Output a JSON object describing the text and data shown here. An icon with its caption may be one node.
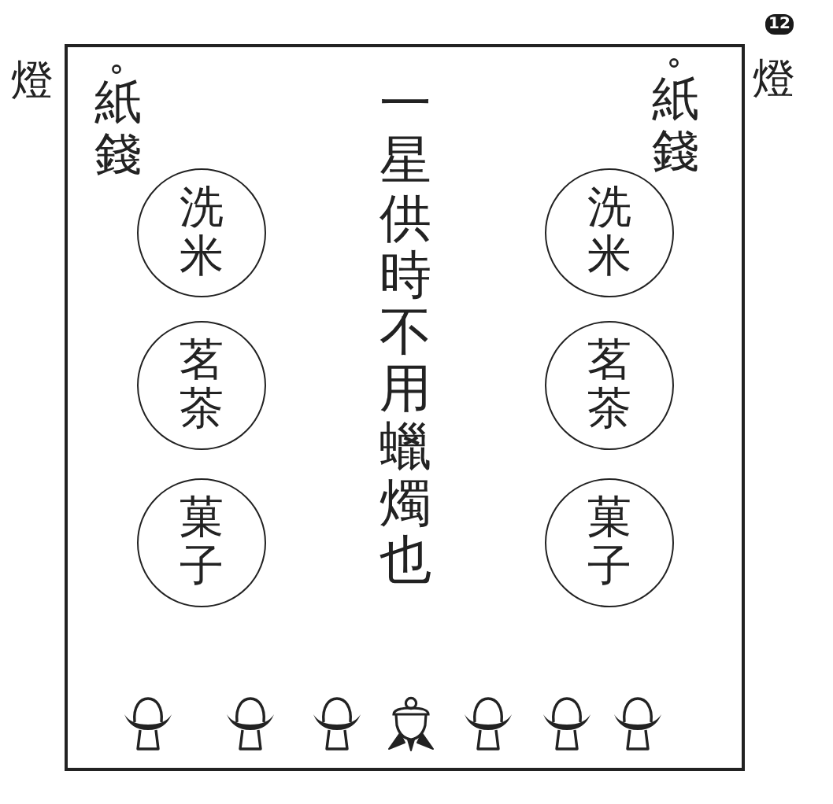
{
  "diagram": {
    "nodes": [
      {
        "text": [],
        "shape": "box"
      },
      {
        "text": [
          "洗米"
        ],
        "in": 0
      },
      {
        "text": [
          "茗茶"
        ],
        "in": 0
      },
      {
        "text": [
          "菓子"
        ],
        "in": 0
      },
      {
        "text": [
          "洗米"
        ],
        "in": 0
      },
      {
        "text": [
          "茗茶"
        ],
        "in": 0
      },
      {
        "text": [
          "菓子"
        ],
        "in": 0
      }
    ],
    "labels": [
      "12",
      "燈",
      "燈",
      "紙錢",
      "紙錢",
      "一星供時不用蠟燭也"
    ]
  }
}
